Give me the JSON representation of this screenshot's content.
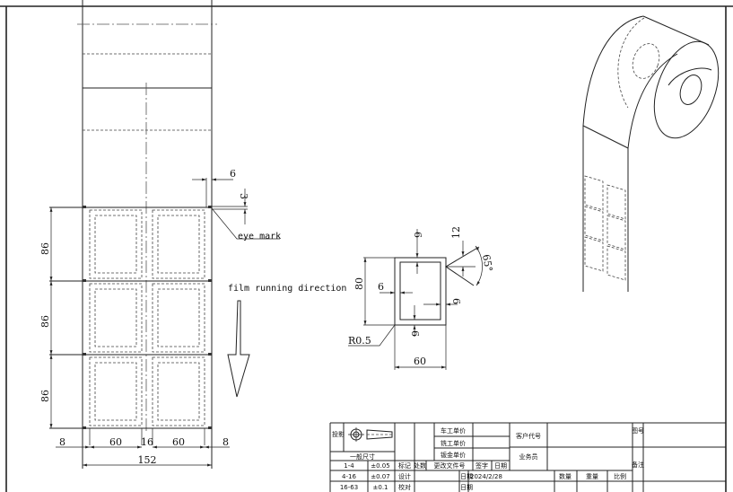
{
  "drawing": {
    "strip": {
      "dims": {
        "eye_offset": "6",
        "eye_height": "3",
        "pitch_1": "86",
        "pitch_2": "86",
        "pitch_3": "86",
        "margin_left": "8",
        "label_width_left": "60",
        "gap": "16",
        "label_width_right": "60",
        "margin_right": "8",
        "total_width": "152"
      },
      "eye_mark_label": "eye mark",
      "direction_label": "film running direction"
    },
    "detail": {
      "height": "80",
      "width": "60",
      "border_top": "6",
      "border_left": "6",
      "border_right": "6",
      "border_bottom": "6",
      "notch_depth": "12",
      "notch_angle": "65°",
      "corner_radius": "R0.5"
    }
  },
  "title_block": {
    "projection": "投影",
    "general_tolerance": "一般尺寸",
    "tolerances": [
      {
        "range": "1-4",
        "tol": "±0.05"
      },
      {
        "range": "4-16",
        "tol": "±0.07"
      },
      {
        "range": "16-63",
        "tol": "±0.1"
      }
    ],
    "lathe_price": "车工单价",
    "mill_price": "铣工单价",
    "sheet_price": "钣金单价",
    "customer_code": "客户代号",
    "salesperson": "业务员",
    "drawing_no": "图号",
    "remarks": "备注",
    "rev_headers": [
      "标记",
      "处数",
      "更改文件号",
      "签字",
      "日期"
    ],
    "design": "设计",
    "check": "校对",
    "date_label": "日期",
    "date_label_2": "日期",
    "date_value": "2024/2/28",
    "quantity": "数量",
    "weight": "重量",
    "scale": "比例"
  }
}
